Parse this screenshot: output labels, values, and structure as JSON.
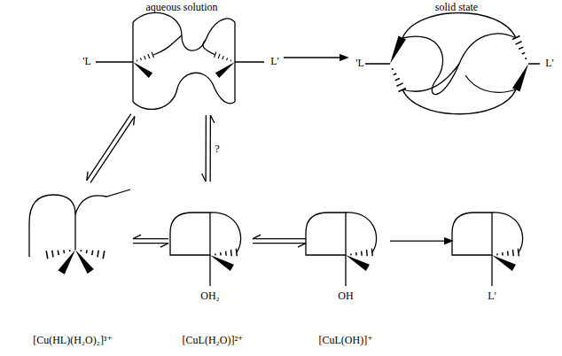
{
  "diagram": {
    "nodes": [
      {
        "text": [
          "aqueous solution",
          "'L",
          "L'"
        ]
      },
      {
        "text": [
          "solid state",
          "'L",
          "L'"
        ]
      },
      {
        "text": [
          "[Cu(HL)(H₂O)₂]³⁺"
        ]
      },
      {
        "text": [
          "OH₂",
          "[CuL(H₂O)]²⁺"
        ]
      },
      {
        "text": [
          "OH",
          "[CuL(OH)]⁺"
        ]
      },
      {
        "text": [
          "L'"
        ]
      }
    ],
    "edges": [
      {
        "from": 0,
        "to": 1,
        "arrow": "to"
      },
      {
        "from": 0,
        "to": 2,
        "arrow": "both"
      },
      {
        "from": 0,
        "to": 3,
        "label": "?",
        "arrow": "both"
      },
      {
        "from": 2,
        "to": 3,
        "arrow": "both"
      },
      {
        "from": 3,
        "to": 4,
        "arrow": "both"
      },
      {
        "from": 4,
        "to": 5,
        "arrow": "to"
      }
    ]
  }
}
